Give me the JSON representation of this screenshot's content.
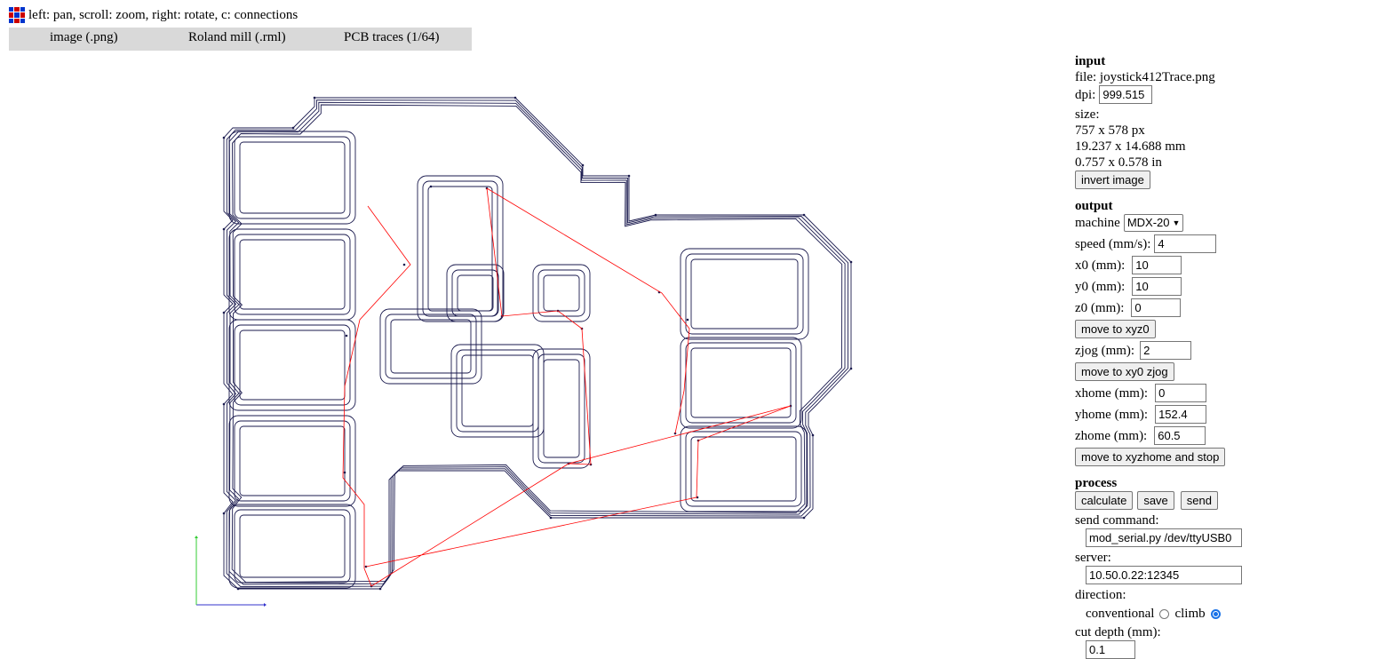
{
  "header": {
    "hint": "left: pan, scroll: zoom, right: rotate, c: connections",
    "logo_colors": [
      "#0033cc",
      "#cc0000",
      "#0033cc",
      "#cc0000",
      "#0033cc",
      "#cc0000",
      "#0033cc",
      "#cc0000",
      "#0033cc"
    ]
  },
  "menu": {
    "items": [
      {
        "label": "image (.png)"
      },
      {
        "label": "Roland mill (.rml)"
      },
      {
        "label": "PCB traces (1/64)"
      }
    ]
  },
  "viewer": {
    "colors": {
      "trace": "#1a1a4e",
      "move": "#ff0000",
      "x_axis": "#3333cc",
      "y_axis": "#33cc33"
    }
  },
  "input": {
    "title": "input",
    "file_label": "file:",
    "file_name": "joystick412Trace.png",
    "dpi_label": "dpi:",
    "dpi_value": "999.515",
    "size_label": "size:",
    "size_px": "757 x 578 px",
    "size_mm": "19.237 x 14.688 mm",
    "size_in": "0.757 x 0.578 in",
    "invert_label": "invert image"
  },
  "output": {
    "title": "output",
    "machine_label": "machine",
    "machine_value": "MDX-20",
    "speed_label": "speed (mm/s):",
    "speed_value": "4",
    "x0_label": "x0 (mm):",
    "x0_value": "10",
    "y0_label": "y0 (mm):",
    "y0_value": "10",
    "z0_label": "z0 (mm):",
    "z0_value": "0",
    "move_xyz0_label": "move to xyz0",
    "zjog_label": "zjog (mm):",
    "zjog_value": "2",
    "move_xy0_label": "move to xy0 zjog",
    "xhome_label": "xhome (mm):",
    "xhome_value": "0",
    "yhome_label": "yhome (mm):",
    "yhome_value": "152.4",
    "zhome_label": "zhome (mm):",
    "zhome_value": "60.5",
    "move_home_label": "move to xyzhome and stop"
  },
  "process": {
    "title": "process",
    "calculate_label": "calculate",
    "save_label": "save",
    "send_label": "send",
    "send_command_label": "send command:",
    "send_command_value": "mod_serial.py /dev/ttyUSB0",
    "server_label": "server:",
    "server_value": "10.50.0.22:12345",
    "direction_label": "direction:",
    "conventional_label": "conventional",
    "climb_label": "climb",
    "direction_selected": "climb",
    "cut_depth_label": "cut depth (mm):",
    "cut_depth_value": "0.1"
  }
}
